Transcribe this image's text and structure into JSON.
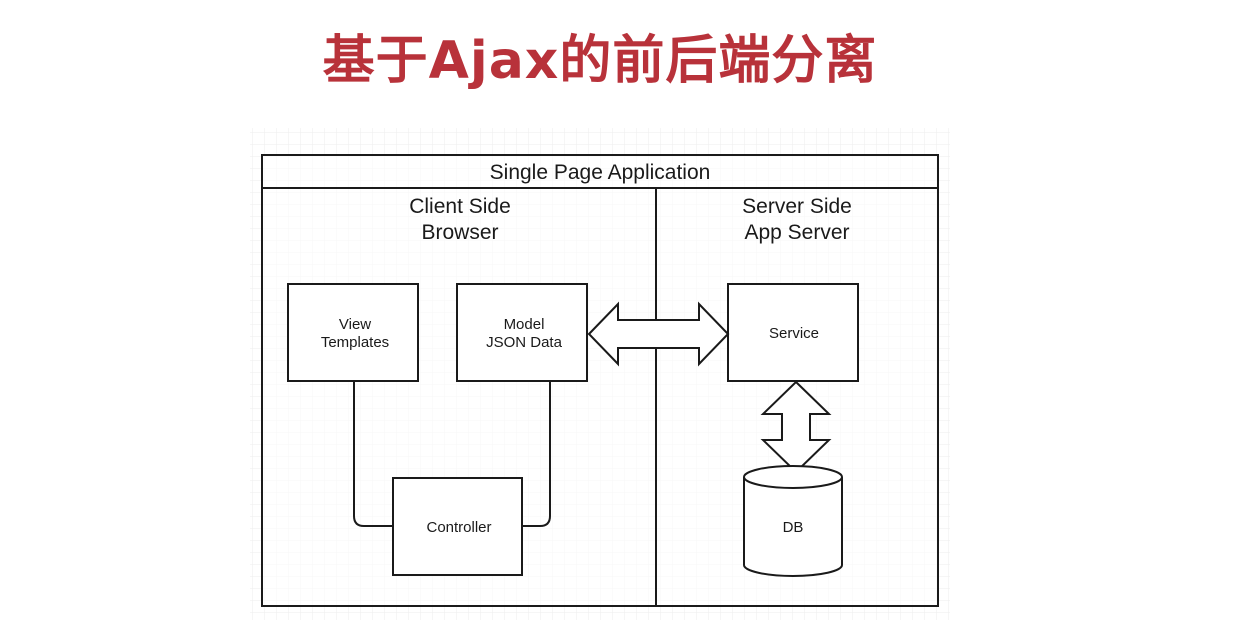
{
  "slide": {
    "title": "基于Ajax的前后端分离"
  },
  "diagram": {
    "header": "Single Page Application",
    "client": {
      "line1": "Client Side",
      "line2": "Browser"
    },
    "server": {
      "line1": "Server Side",
      "line2": "App Server"
    },
    "view": {
      "line1": "View",
      "line2": "Templates"
    },
    "model": {
      "line1": "Model",
      "line2": "JSON Data"
    },
    "controller": "Controller",
    "service": "Service",
    "db": "DB"
  }
}
